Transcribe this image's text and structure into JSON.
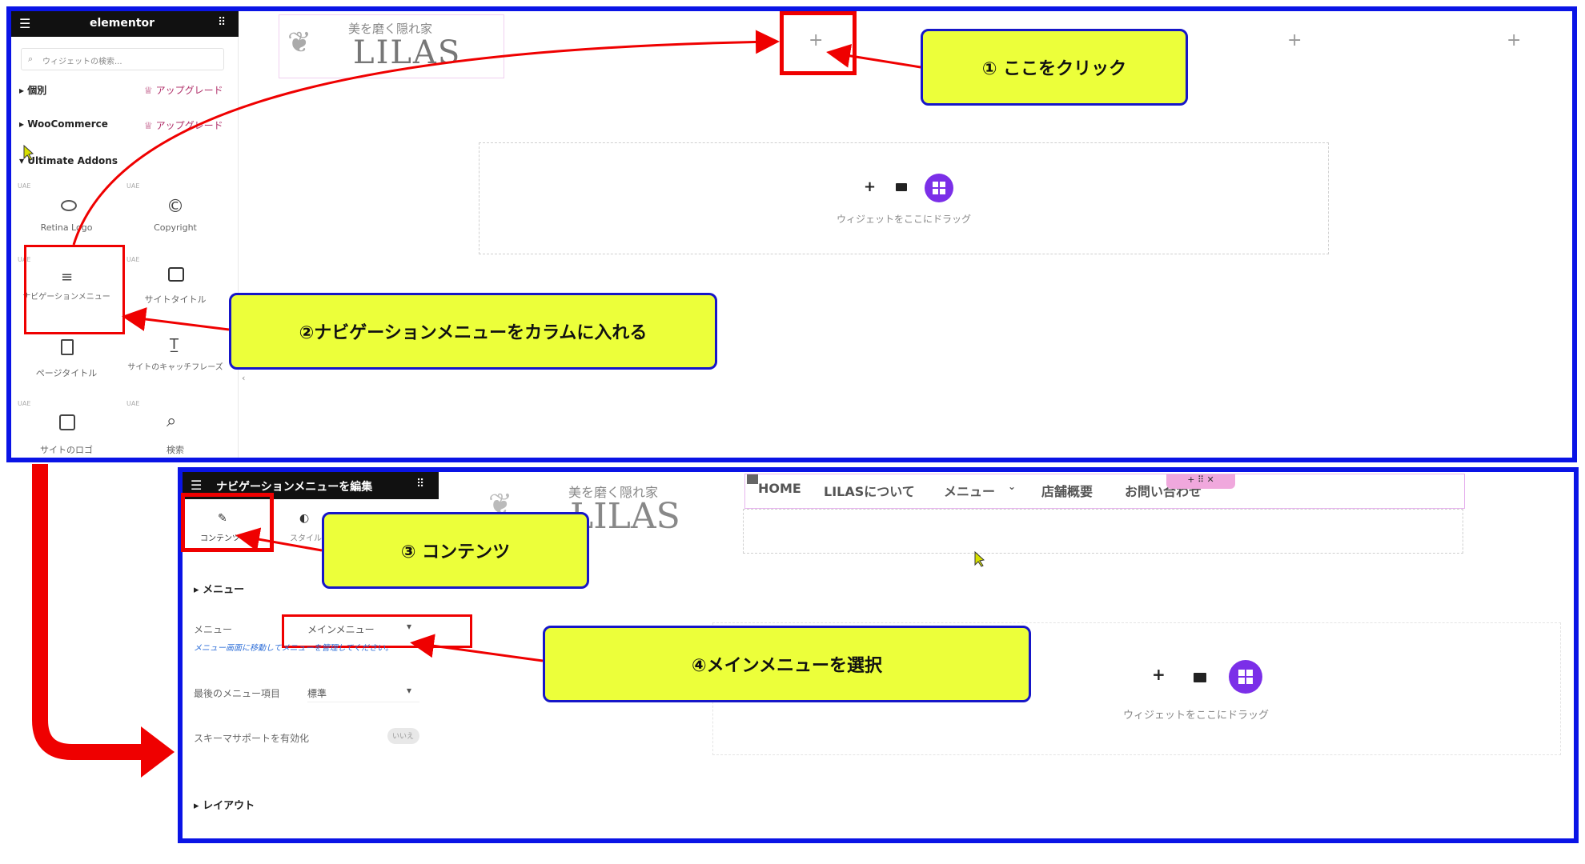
{
  "panel1": {
    "app_name": "elementor",
    "search_placeholder": "ウィジェットの検索...",
    "categories": [
      {
        "label": "個別",
        "upgrade": "アップグレード"
      },
      {
        "label": "WooCommerce",
        "upgrade": "アップグレード"
      },
      {
        "label": "Ultimate Addons"
      }
    ],
    "uae_badge": "UAE",
    "widgets": [
      {
        "label": "Retina Logo",
        "icon": "eye-icon"
      },
      {
        "label": "Copyright",
        "icon": "copyright-icon"
      },
      {
        "label": "ナビゲーションメニュー",
        "icon": "menu-lines-icon"
      },
      {
        "label": "サイトタイトル",
        "icon": "window-icon"
      },
      {
        "label": "ページタイトル",
        "icon": "page-icon"
      },
      {
        "label": "サイトのキャッチフレーズ",
        "icon": "text-icon"
      },
      {
        "label": "サイトのロゴ",
        "icon": "image-plus-icon"
      },
      {
        "label": "検索",
        "icon": "search-icon"
      }
    ],
    "logo_tagline": "美を磨く隠れ家",
    "logo_text": "LILAS",
    "drop_hint": "ウィジェットをここにドラッグ",
    "add_icon": "+"
  },
  "panel2": {
    "header_title": "ナビゲーションメニューを編集",
    "tabs": [
      {
        "label": "コンテンツ",
        "icon": "pencil-icon"
      },
      {
        "label": "スタイル",
        "icon": "contrast-icon"
      }
    ],
    "section_menu": "メニュー",
    "menu_field_label": "メニュー",
    "menu_selected": "メインメニュー",
    "menu_help": "メニュー画面に移動してメニューを管理してください。",
    "last_item_label": "最後のメニュー項目",
    "last_item_value": "標準",
    "schema_label": "スキーマサポートを有効化",
    "schema_toggle": "いいえ",
    "section_layout": "レイアウト",
    "nav_items": [
      "HOME",
      "LILASについて",
      "メニュー",
      "店舗概要",
      "お問い合わせ"
    ],
    "logo_tagline": "美を磨く隠れ家",
    "logo_text": "LILAS",
    "drop_hint": "ウィジェットをここにドラッグ"
  },
  "callouts": {
    "c1": "① ここをクリック",
    "c2": "②ナビゲーションメニューをカラムに入れる",
    "c3": "③ コンテンツ",
    "c4": "④メインメニューを選択"
  },
  "colors": {
    "frame": "#0a14e6",
    "callout_bg": "#ecff3a",
    "arrow": "#ef0000",
    "accent_purple": "#7b2fe8"
  }
}
